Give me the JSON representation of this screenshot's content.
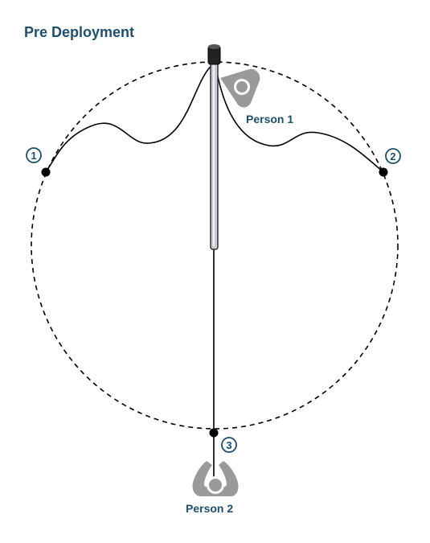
{
  "diagram": {
    "title": "Pre Deployment",
    "persons": [
      {
        "label": "Person 1"
      },
      {
        "label": "Person 2"
      }
    ],
    "points": [
      {
        "number": "1"
      },
      {
        "number": "2"
      },
      {
        "number": "3"
      }
    ],
    "colors": {
      "accent": "#1f4e6e",
      "person_gray": "#9a9a9a",
      "line": "#000000",
      "pole": "#c9ccd3"
    }
  }
}
